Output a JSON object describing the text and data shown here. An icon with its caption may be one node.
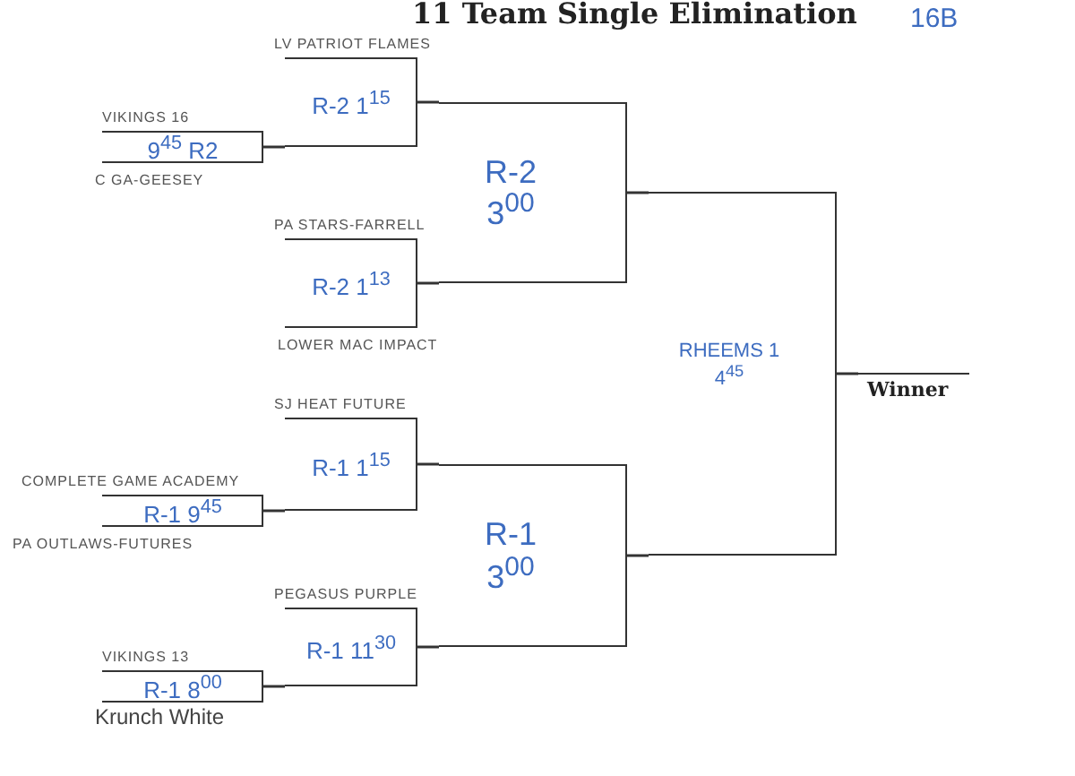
{
  "diagram": {
    "title": "11 Team Single Elimination",
    "nodes": [
      {
        "text": [
          "VIKINGS 16",
          "9$^{45}$ R2",
          "C GA-GEESEY"
        ]
      },
      {
        "text": [
          "LV PATRIOT FLAMES",
          "R-2 1$^{15}$"
        ]
      },
      {
        "text": [
          "PA STARS-FARRELL",
          "R-2 1$^{13}$",
          "LOWER MAC IMPACT"
        ]
      },
      {
        "text": [
          "R-2 3$^{00}$"
        ]
      },
      {
        "text": [
          "SJ HEAT FUTURE",
          "R-1 1$^{15}$"
        ]
      },
      {
        "text": [
          "COMPLETE GAME ACADEMY",
          "R-1 9$^{45}$",
          "PA OUTLAWS-FUTURES"
        ]
      },
      {
        "text": [
          "R-1 3$^{00}$"
        ]
      },
      {
        "text": [
          "PEGASUS PURPLE",
          "R-1 11$^{30}$"
        ]
      },
      {
        "text": [
          "VIKINGS 13",
          "R-1 8$^{00}$",
          "Krunch White"
        ]
      },
      {
        "text": [
          "RHEEMS 1 4$^{45}$"
        ]
      },
      {
        "text": [
          "Winner"
        ]
      }
    ],
    "edges": [
      {
        "from": 0,
        "to": 1,
        "arrow": "none"
      },
      {
        "from": 1,
        "to": 3,
        "arrow": "none"
      },
      {
        "from": 2,
        "to": 3,
        "arrow": "none"
      },
      {
        "from": 5,
        "to": 4,
        "arrow": "none"
      },
      {
        "from": 4,
        "to": 6,
        "arrow": "none"
      },
      {
        "from": 8,
        "to": 7,
        "arrow": "none"
      },
      {
        "from": 7,
        "to": 6,
        "arrow": "none"
      },
      {
        "from": 3,
        "to": 9,
        "arrow": "none"
      },
      {
        "from": 6,
        "to": 9,
        "arrow": "none"
      },
      {
        "from": 9,
        "to": 10,
        "arrow": "none"
      }
    ],
    "labels": [
      "16B"
    ]
  }
}
